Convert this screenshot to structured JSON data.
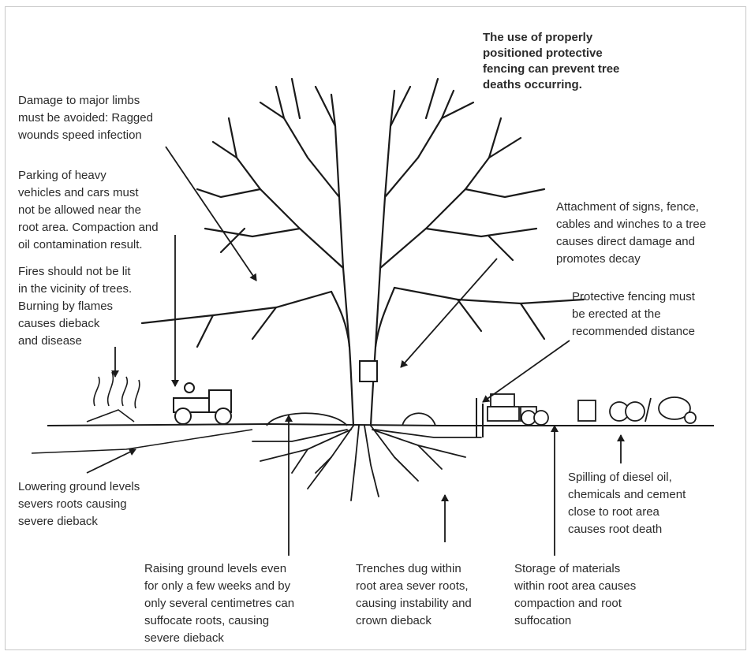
{
  "headline": "The use of properly\npositioned protective\nfencing can prevent tree\ndeaths occurring.",
  "labels": {
    "limbs": "Damage to major limbs\nmust be avoided: Ragged\nwounds speed infection",
    "parking": "Parking of heavy\nvehicles and cars must\nnot be allowed near the\nroot area. Compaction and\noil contamination result.",
    "fires": "Fires should not be lit\nin the vicinity of trees.\nBurning by flames\ncauses dieback\nand disease",
    "attachment": "Attachment of signs, fence,\ncables and winches to a tree\ncauses direct damage and\npromotes decay",
    "fencing": "Protective fencing must\nbe erected at the\nrecommended distance",
    "lowering": "Lowering ground levels\nsevers roots causing\nsevere dieback",
    "spilling": "Spilling of diesel oil,\nchemicals and cement\nclose to root area\ncauses root death",
    "raising": "Raising ground levels even\nfor only a few weeks and by\nonly several centimetres can\nsuffocate roots, causing\nsevere dieback",
    "trenches": "Trenches dug within\nroot area sever roots,\ncausing instability and\ncrown dieback",
    "storage": "Storage of materials\nwithin root area causes\ncompaction and root\nsuffocation"
  }
}
